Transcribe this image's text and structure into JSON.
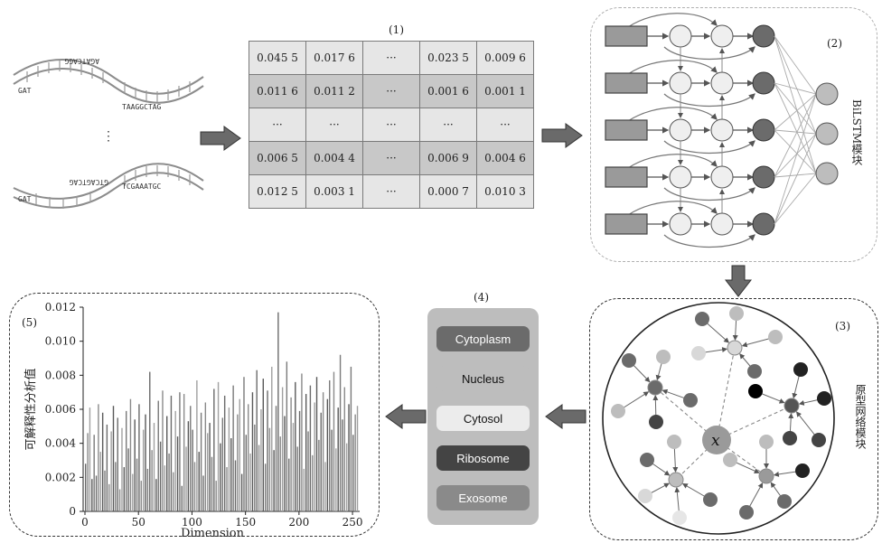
{
  "dna": {
    "seq1_top": "AGATCAGG",
    "seq1_left": "GAT",
    "seq1_right": "TAAGGCTAG",
    "seq2_top": "GTCAGTCAG",
    "seq2_left": "GAT",
    "seq2_right": "TCGAAATGC",
    "ellipsis": "⋮"
  },
  "step1": {
    "label": "(1)",
    "rows": [
      [
        "0.045 5",
        "0.017 6",
        "···",
        "0.023 5",
        "0.009 6"
      ],
      [
        "0.011 6",
        "0.011 2",
        "···",
        "0.001 6",
        "0.001 1"
      ],
      [
        "···",
        "···",
        "···",
        "···",
        "···"
      ],
      [
        "0.006 5",
        "0.004 4",
        "···",
        "0.006 9",
        "0.004 6"
      ],
      [
        "0.012 5",
        "0.003 1",
        "···",
        "0.000 7",
        "0.010 3"
      ]
    ]
  },
  "step2": {
    "label": "(2)",
    "module": "BiLSTM模块"
  },
  "step3": {
    "label": "(3)",
    "module": "原型网络模块",
    "center": "x"
  },
  "step4": {
    "label": "(4)",
    "locations": [
      {
        "name": "Cytoplasm",
        "bg": "#6b6b6b",
        "fg": "#ffffff"
      },
      {
        "name": "Nucleus",
        "bg": "#bdbdbd",
        "fg": "#111111"
      },
      {
        "name": "Cytosol",
        "bg": "#ececec",
        "fg": "#111111"
      },
      {
        "name": "Ribosome",
        "bg": "#444444",
        "fg": "#ffffff"
      },
      {
        "name": "Exosome",
        "bg": "#8a8a8a",
        "fg": "#ffffff"
      }
    ]
  },
  "step5": {
    "label": "(5)",
    "chart_data": {
      "type": "bar",
      "title": "",
      "xlabel": "Dimension",
      "ylabel": "可解释性分析值",
      "xlim": [
        0,
        255
      ],
      "ylim": [
        0,
        0.012
      ],
      "xticks": [
        "0",
        "50",
        "100",
        "150",
        "200",
        "250"
      ],
      "yticks": [
        "0",
        "0.002",
        "0.004",
        "0.006",
        "0.008",
        "0.010",
        "0.012"
      ],
      "x": [
        0,
        2,
        4,
        6,
        8,
        10,
        12,
        14,
        16,
        18,
        20,
        22,
        24,
        26,
        28,
        30,
        32,
        34,
        36,
        38,
        40,
        42,
        44,
        46,
        48,
        50,
        52,
        54,
        56,
        58,
        60,
        62,
        64,
        66,
        68,
        70,
        72,
        74,
        76,
        78,
        80,
        82,
        84,
        86,
        88,
        90,
        92,
        94,
        96,
        98,
        100,
        102,
        104,
        106,
        108,
        110,
        112,
        114,
        116,
        118,
        120,
        122,
        124,
        126,
        128,
        130,
        132,
        134,
        136,
        138,
        140,
        142,
        144,
        146,
        148,
        150,
        152,
        154,
        156,
        158,
        160,
        162,
        164,
        166,
        168,
        170,
        172,
        174,
        176,
        178,
        180,
        182,
        184,
        186,
        188,
        190,
        192,
        194,
        196,
        198,
        200,
        202,
        204,
        206,
        208,
        210,
        212,
        214,
        216,
        218,
        220,
        222,
        224,
        226,
        228,
        230,
        232,
        234,
        236,
        238,
        240,
        242,
        244,
        246,
        248,
        250,
        252,
        254
      ],
      "values": [
        0.0028,
        0.0046,
        0.0061,
        0.0019,
        0.0045,
        0.0021,
        0.0063,
        0.0035,
        0.0058,
        0.0024,
        0.0051,
        0.0016,
        0.0047,
        0.0062,
        0.0029,
        0.0055,
        0.0013,
        0.0049,
        0.0026,
        0.0059,
        0.0037,
        0.0066,
        0.0022,
        0.0054,
        0.0031,
        0.0063,
        0.0018,
        0.0048,
        0.0057,
        0.0025,
        0.0082,
        0.0036,
        0.0052,
        0.0019,
        0.0065,
        0.0041,
        0.0071,
        0.0027,
        0.0056,
        0.0034,
        0.0068,
        0.0023,
        0.0059,
        0.0044,
        0.007,
        0.0015,
        0.0069,
        0.0038,
        0.0053,
        0.0062,
        0.0048,
        0.0029,
        0.0077,
        0.0035,
        0.0058,
        0.0021,
        0.0064,
        0.0046,
        0.0052,
        0.0032,
        0.0072,
        0.0018,
        0.0076,
        0.004,
        0.0055,
        0.0068,
        0.0026,
        0.0061,
        0.0043,
        0.0074,
        0.003,
        0.0057,
        0.0066,
        0.0022,
        0.0079,
        0.0045,
        0.0063,
        0.0034,
        0.007,
        0.0051,
        0.0083,
        0.0039,
        0.006,
        0.0078,
        0.0028,
        0.0071,
        0.0049,
        0.0085,
        0.0036,
        0.0062,
        0.0117,
        0.0044,
        0.0073,
        0.0056,
        0.0088,
        0.0031,
        0.0067,
        0.0052,
        0.0076,
        0.0038,
        0.0059,
        0.0081,
        0.0025,
        0.0069,
        0.0047,
        0.0074,
        0.0033,
        0.0064,
        0.0079,
        0.0042,
        0.0058,
        0.007,
        0.0029,
        0.0066,
        0.0077,
        0.0048,
        0.0082,
        0.0037,
        0.0061,
        0.0092,
        0.0054,
        0.0073,
        0.004,
        0.0063,
        0.0085,
        0.0045,
        0.0057,
        0.0062
      ]
    }
  }
}
